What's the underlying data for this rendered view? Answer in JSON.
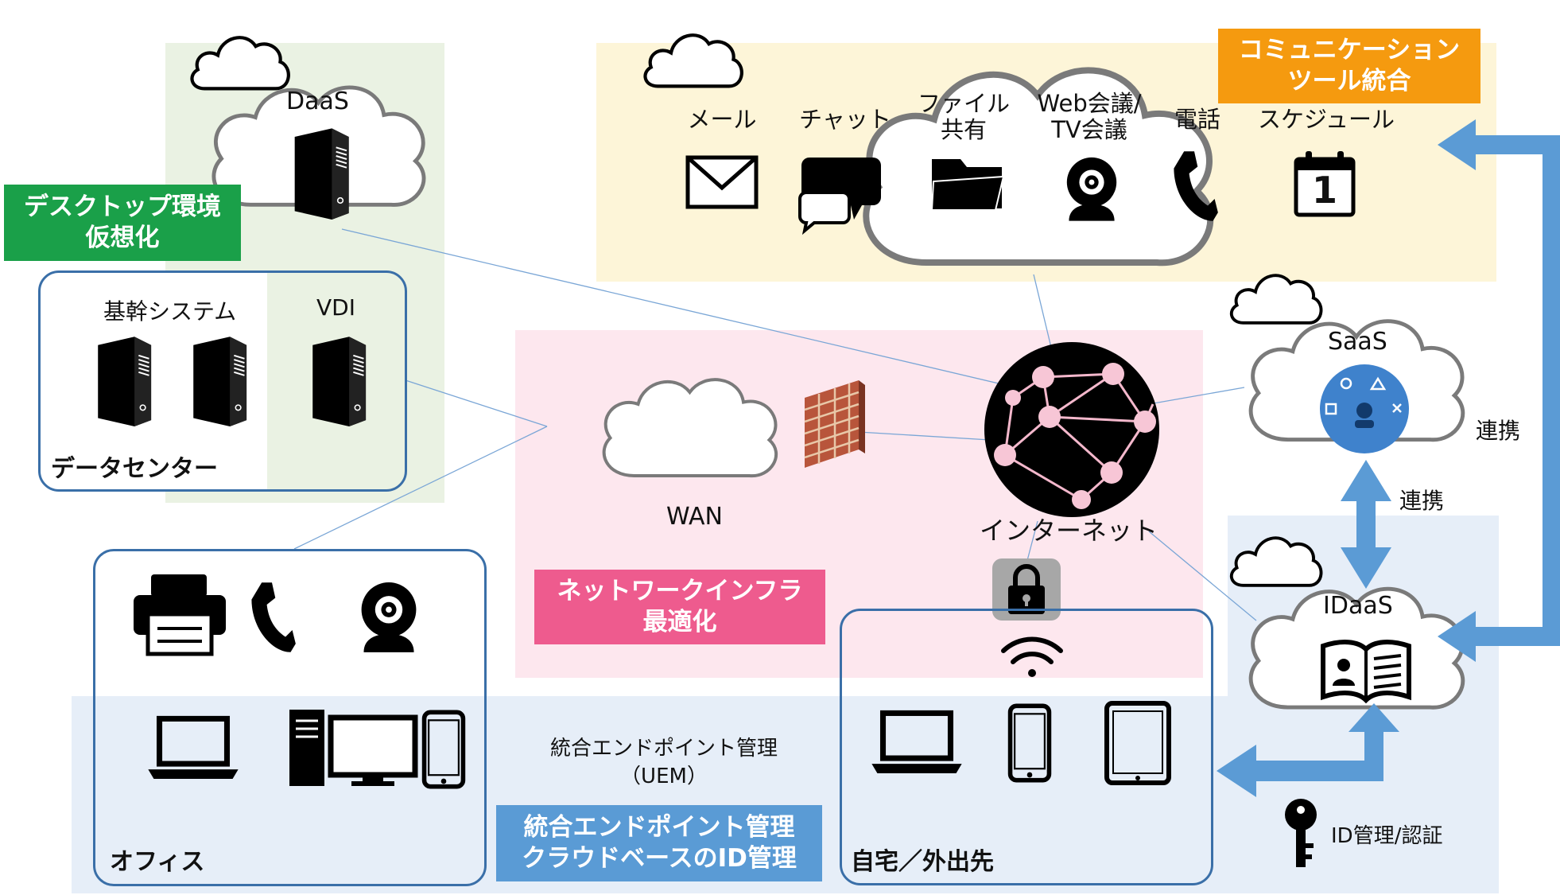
{
  "tags": {
    "desktop": [
      "デスクトップ環境",
      "仮想化"
    ],
    "comm": [
      "コミュニケーション",
      "ツール統合"
    ],
    "network": [
      "ネットワークインフラ",
      "最適化"
    ],
    "endpoint": [
      "統合エンドポイント管理",
      "クラウドベースのID管理"
    ]
  },
  "clouds": {
    "daas": "DaaS",
    "saas": "SaaS",
    "idaas": "IDaaS",
    "wan": "WAN",
    "internet": "インターネット"
  },
  "datacenter": {
    "core_systems": "基幹システム",
    "vdi": "VDI",
    "title": "データセンター"
  },
  "comm_tools": [
    [
      "メール"
    ],
    [
      "チャット"
    ],
    [
      "ファイル",
      "共有"
    ],
    [
      "Web会議/",
      "TV会議"
    ],
    [
      "電話"
    ],
    [
      "スケジュール"
    ]
  ],
  "calendar_day": "1",
  "labels": {
    "office": "オフィス",
    "home": "自宅／外出先",
    "uem": [
      "統合エンドポイント管理",
      "（UEM）"
    ],
    "id_mgmt": "ID管理/認証",
    "link1": "連携",
    "link2": "連携"
  },
  "colors": {
    "green_zone": "#eaf2e3",
    "comm_zone": "#fdf5d8",
    "network_zone": "#fde7ee",
    "endpoint_zone": "#e6eef8",
    "green_tag": "#1aa049",
    "orange_tag": "#f59a0f",
    "pink_tag": "#ee5b8e",
    "blue_tag": "#5a9bd5",
    "box_border": "#3a6fa8",
    "arrow": "#5b9bd5"
  }
}
